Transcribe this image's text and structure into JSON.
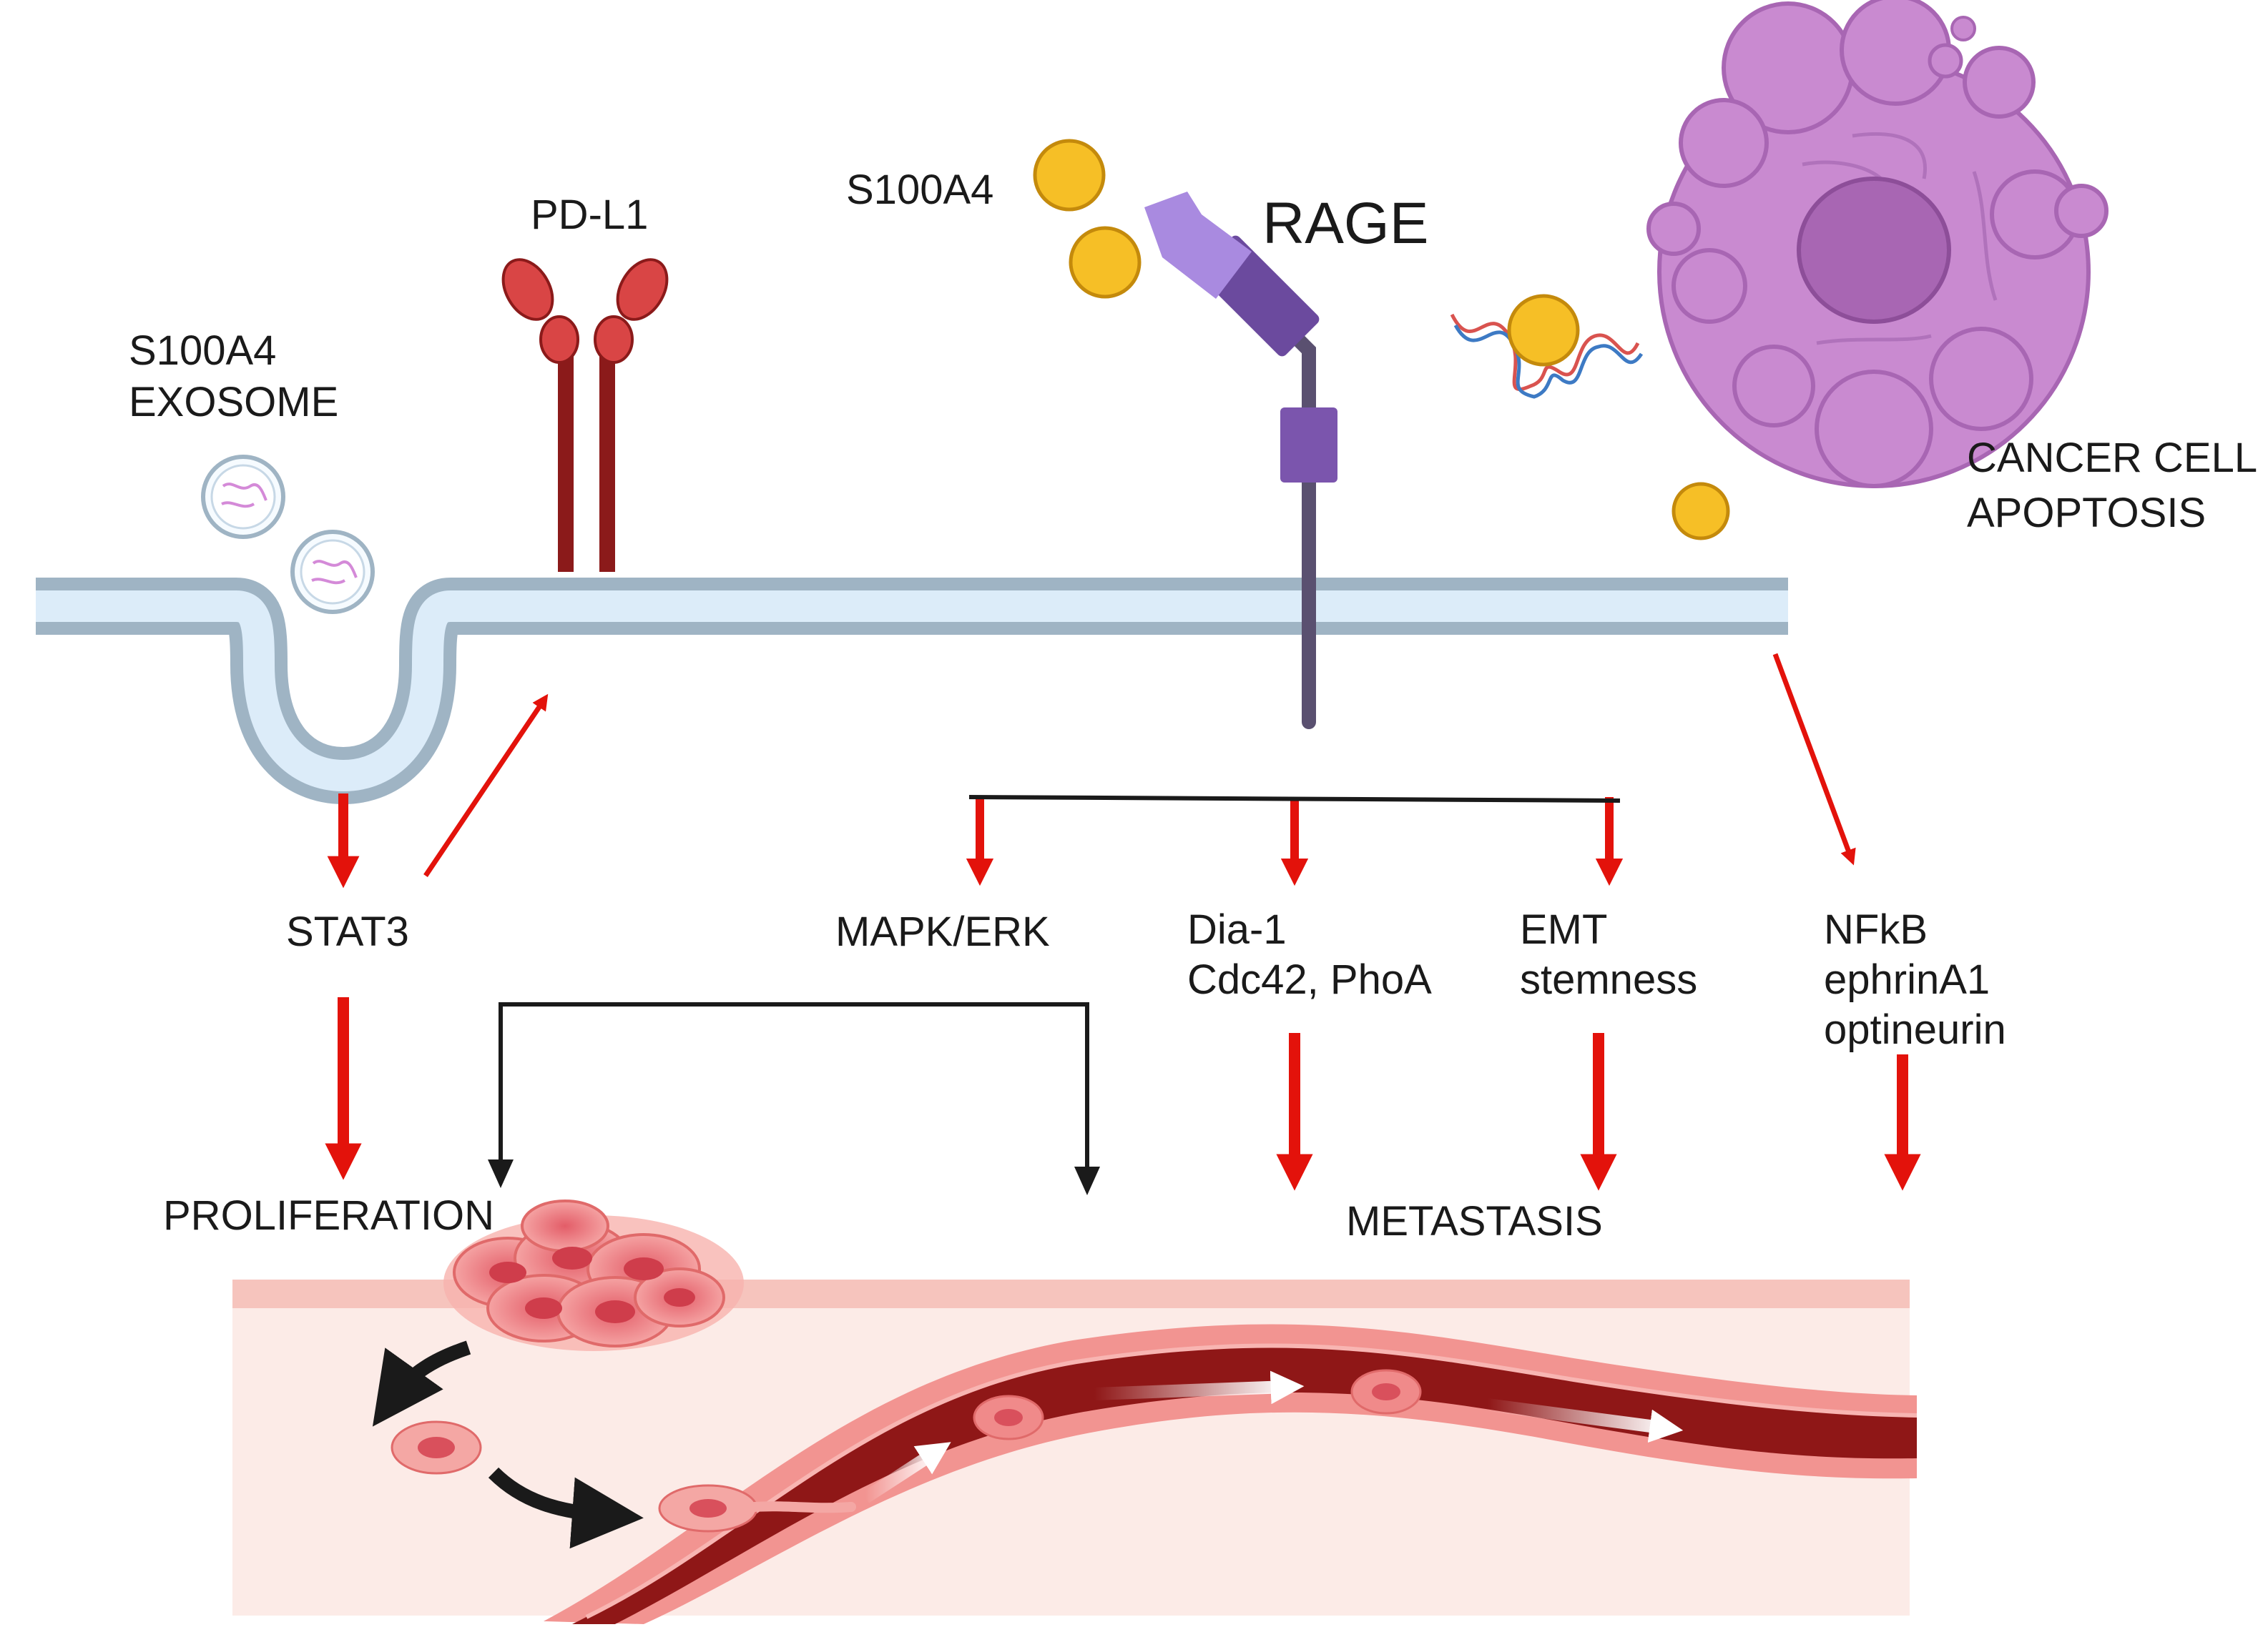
{
  "labels": {
    "exosome_line1": "S100A4",
    "exosome_line2": "EXOSOME",
    "pdl1": "PD-L1",
    "s100a4_ligand": "S100A4",
    "rage": "RAGE",
    "apoptosis_line1": "CANCER CELL",
    "apoptosis_line2": "APOPTOSIS",
    "stat3": "STAT3",
    "mapk": "MAPK/ERK",
    "dia_line1": "Dia-1",
    "dia_line2": "Cdc42, PhoA",
    "emt_line1": "EMT",
    "emt_line2": "stemness",
    "nfkb_line1": "NFkB",
    "nfkb_line2": "ephrinA1",
    "nfkb_line3": "optineurin",
    "proliferation": "PROLIFERATION",
    "metastasis": "METASTASIS"
  },
  "colors": {
    "membrane_fill": "#dcecf9",
    "membrane_edge": "#9fb4c4",
    "pdl1_stalk": "#8b1a1a",
    "pdl1_head": "#d94545",
    "rage_dark": "#6b4a9e",
    "rage_light": "#a98ae0",
    "rage_stalk": "#5a5070",
    "s100a4_ball": "#f6bf26",
    "s100a4_edge": "#c48a0c",
    "arrow_red": "#e3120b",
    "arrow_black": "#1a1a1a",
    "apoptotic_cell": "#c98ad0",
    "apoptotic_nucleus": "#a866b3",
    "tissue_band": "#f6c4bd",
    "tissue_bg": "#fcebe7",
    "vessel_wall": "#f08a86",
    "vessel_lumen": "#8f1717",
    "tumor_cell": "#f08a8a"
  }
}
